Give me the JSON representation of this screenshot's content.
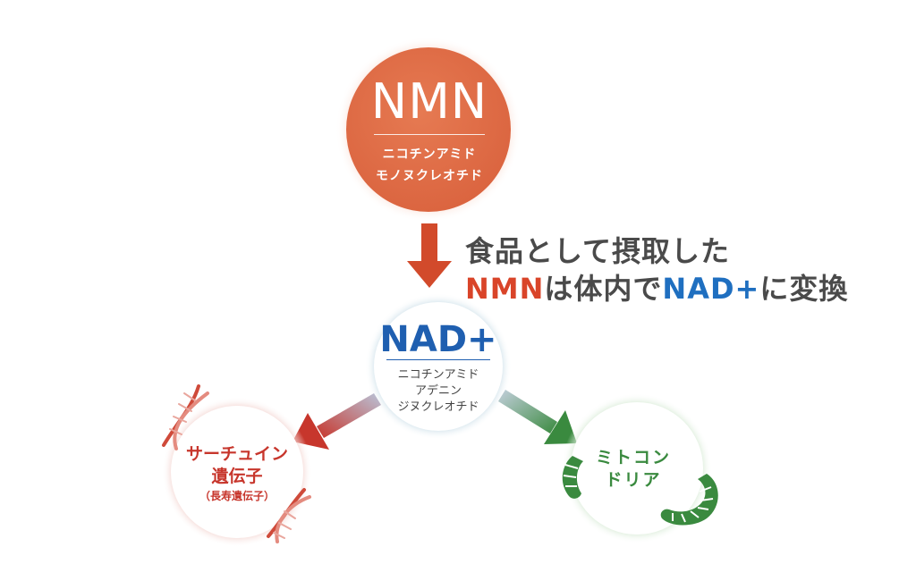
{
  "nmn": {
    "title": "NMN",
    "line1": "ニコチンアミド",
    "line2": "モノヌクレオチド",
    "color": "#e0714a"
  },
  "caption": {
    "line1": "食品として摂取した",
    "nmn": "NMN",
    "mid": "は体内で",
    "nad": "NAD+",
    "end": "に変換"
  },
  "nad": {
    "title": "NAD+",
    "line1": "ニコチンアミド",
    "line2": "アデニン",
    "line3": "ジヌクレオチド",
    "color": "#1f5fb0"
  },
  "sirtuin": {
    "line1": "サーチュイン",
    "line2": "遺伝子",
    "line3": "（長寿遺伝子）",
    "color": "#c7362c"
  },
  "mito": {
    "line1": "ミトコン",
    "line2": "ドリア",
    "color": "#3a8a3f"
  }
}
